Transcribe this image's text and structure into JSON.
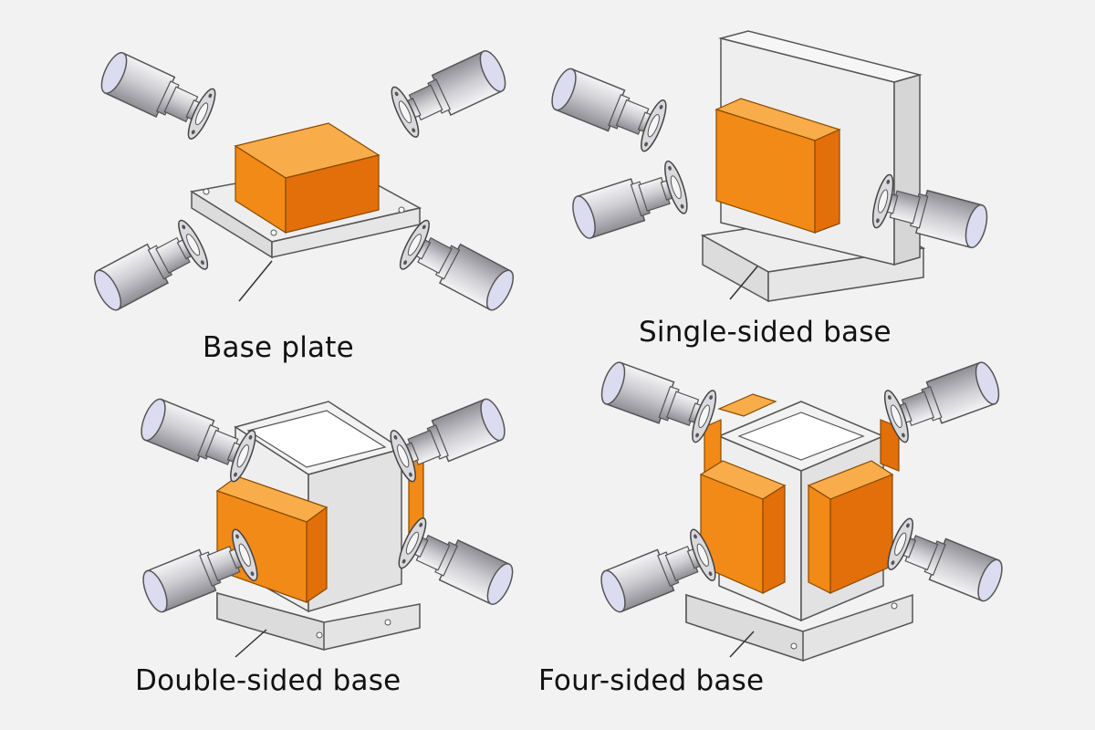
{
  "captions": {
    "base_plate": "Base plate",
    "single_sided": "Single-sided base",
    "double_sided": "Double-sided base",
    "four_sided": "Four-sided base"
  },
  "colors": {
    "background": "#f2f2f2",
    "workpiece_front": "#f28a17",
    "workpiece_top": "#f8ad4a",
    "workpiece_side": "#e26f0a",
    "fixture_face": "#eeeeee",
    "fixture_side": "#dadada",
    "outline": "#555555",
    "spindle_body": "#cfcfd3",
    "spindle_end": "#dcdcf0"
  },
  "icons": [
    "spindle-icon",
    "workpiece-icon",
    "fixture-icon",
    "leader-line-icon"
  ]
}
